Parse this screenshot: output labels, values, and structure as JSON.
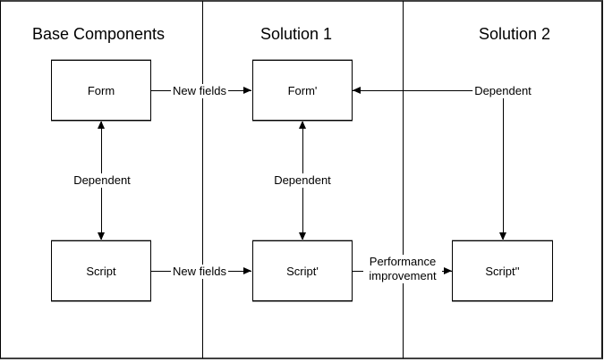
{
  "diagram": {
    "columns": [
      {
        "title": "Base Components"
      },
      {
        "title": "Solution 1"
      },
      {
        "title": "Solution 2"
      }
    ],
    "nodes": {
      "form": "Form",
      "form_prime": "Form'",
      "script": "Script",
      "script_prime": "Script'",
      "script_double_prime": "Script''"
    },
    "connectors": {
      "form_to_form_prime": "New fields",
      "script_to_script_prime": "New fields",
      "form_script_dependency": "Dependent",
      "form_prime_script_prime_dependency": "Dependent",
      "form_prime_script_double_prime_dependency": "Dependent",
      "script_prime_to_script_double_prime": "Performance improvement"
    },
    "colors": {
      "line": "#000000",
      "background": "#ffffff"
    }
  }
}
